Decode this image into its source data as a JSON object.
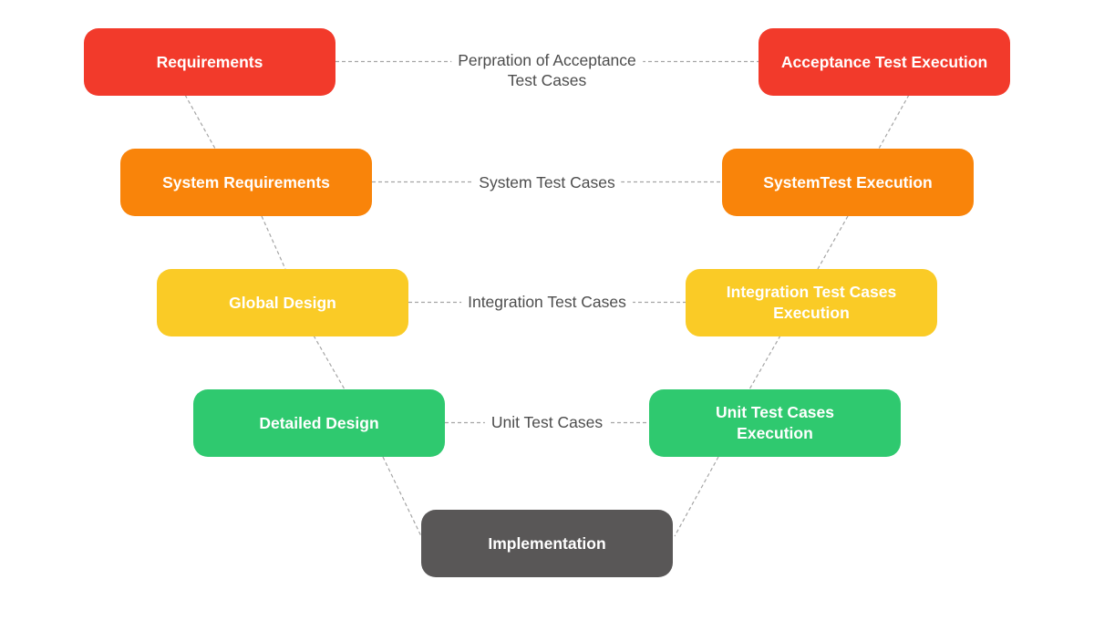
{
  "diagram_type": "v-model-software-testing",
  "nodes": [
    {
      "label": "Requirements",
      "color": "#F23A2B"
    },
    {
      "label": "System Requirements",
      "color": "#F9840A"
    },
    {
      "label": "Global Design",
      "color": "#FACB26"
    },
    {
      "label": "Detailed Design",
      "color": "#2FC96F"
    },
    {
      "label": "Implementation",
      "color": "#595757"
    },
    {
      "label": "Acceptance Test Execution",
      "color": "#F23A2B"
    },
    {
      "label": "SystemTest Execution",
      "color": "#F9840A"
    },
    {
      "label": "Integration Test Cases\nExecution",
      "color": "#FACB26"
    },
    {
      "label": "Unit Test Cases\nExecution",
      "color": "#2FC96F"
    }
  ],
  "connector_labels": [
    {
      "text": "Perpration of Acceptance\nTest Cases"
    },
    {
      "text": "System Test Cases"
    },
    {
      "text": "Integration Test Cases"
    },
    {
      "text": "Unit Test Cases"
    }
  ],
  "colors": {
    "background": "#FFFFFF",
    "connector_line": "#A5A5A5",
    "connector_label_text": "#4D4D4D",
    "node_text": "#FFFFFF"
  }
}
